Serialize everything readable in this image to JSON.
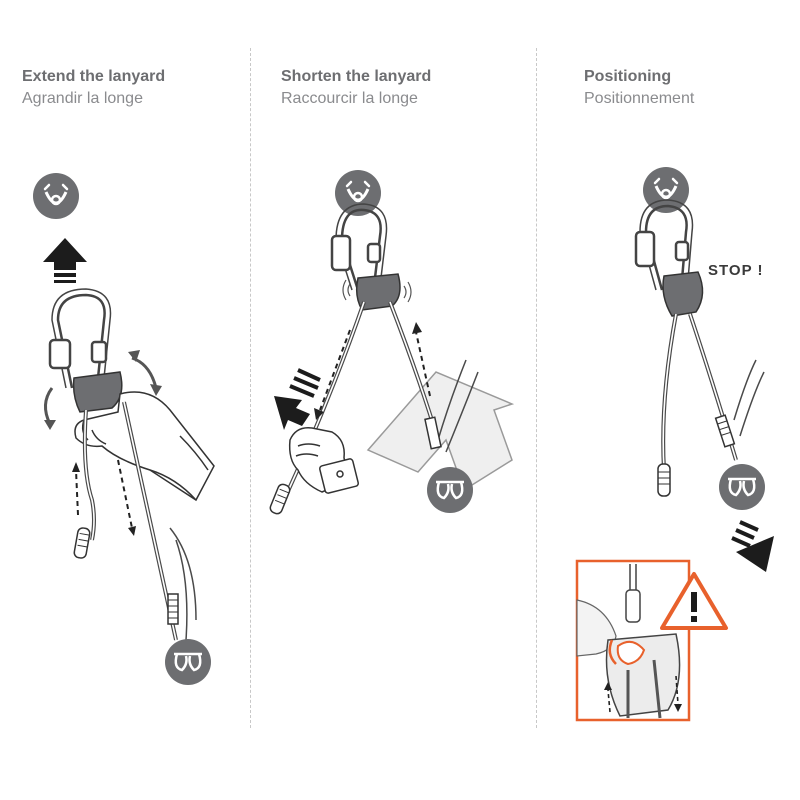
{
  "panels": [
    {
      "title": "Extend the lanyard",
      "subtitle": "Agrandir la longe"
    },
    {
      "title": "Shorten the lanyard",
      "subtitle": "Raccourcir la longe"
    },
    {
      "title": "Positioning",
      "subtitle": "Positionnement"
    }
  ],
  "stop_label": "STOP !",
  "colors": {
    "warning": "#e8612c",
    "icon_gray": "#6d6e71",
    "rope": "#4a4a4a"
  },
  "icons": [
    "anchor-icon",
    "harness-icon",
    "warning-triangle-icon",
    "direction-arrow-icon"
  ]
}
